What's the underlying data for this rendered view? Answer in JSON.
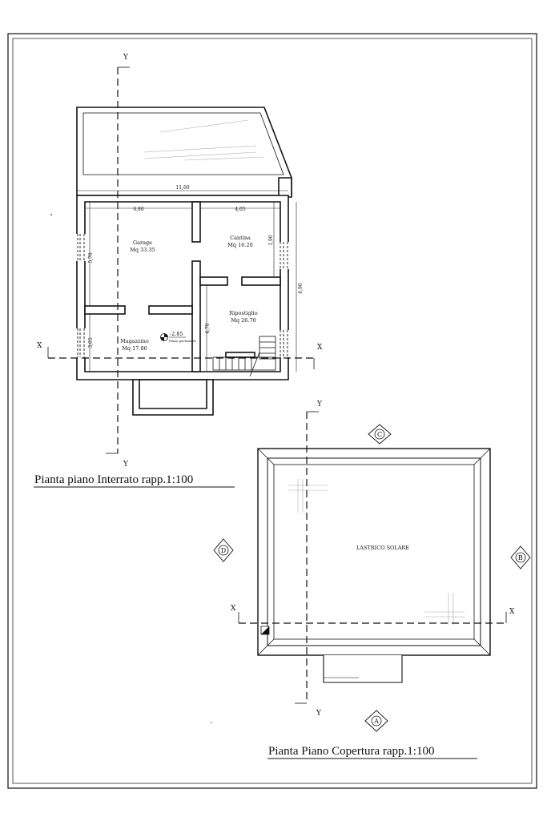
{
  "basement": {
    "title": "Pianta piano Interrato rapp.1:100",
    "axis_x": "X",
    "axis_y": "Y",
    "dimensions": {
      "overall_width": "11,60",
      "garage_width": "6,80",
      "cantina_width": "4,05",
      "left_height_upper": "5,70",
      "left_height_lower": "3,05",
      "right_height": "6,90",
      "cantina_height": "1,90",
      "ripostiglio_height": "4,70"
    },
    "rooms": {
      "garage_name": "Garage",
      "garage_area": "Mq 33.35",
      "cantina_name": "Cantina",
      "cantina_area": "Mq 16.20",
      "ripostiglio_name": "Ripostiglio",
      "ripostiglio_area": "Mq 26.70",
      "magazzino_name": "Magazzino",
      "magazzino_area": "Mq 17.86"
    },
    "level_value": "-2.85",
    "level_note": "Piano pavimento"
  },
  "roof": {
    "title": "Pianta Piano Copertura rapp.1:100",
    "label": "LASTRICO SOLARE",
    "axis_x": "X",
    "axis_y": "Y",
    "markers": {
      "top": "C",
      "right": "B",
      "bottom": "A",
      "left": "D"
    }
  }
}
